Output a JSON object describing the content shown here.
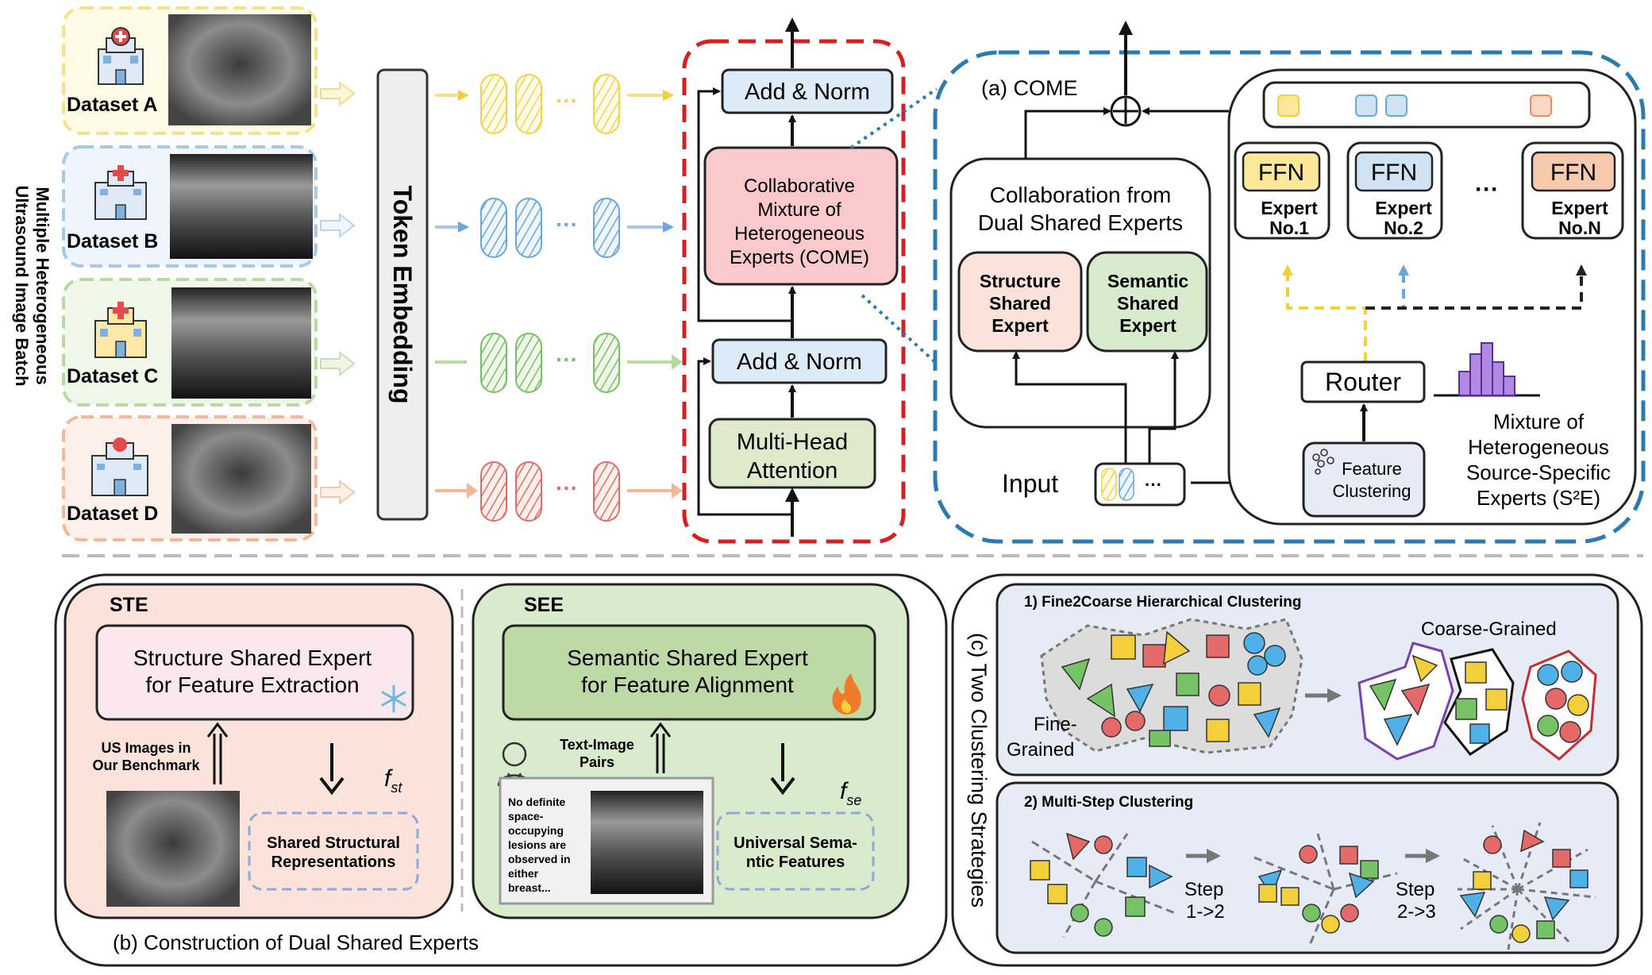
{
  "side_label": {
    "line1": "Multiple Heterogeneous",
    "line2": "Ultrasound Image Batch"
  },
  "datasets": [
    {
      "label": "Dataset A",
      "color": "#f6e08a",
      "fill": "#fffbe6",
      "stripe": "#f2d24b"
    },
    {
      "label": "Dataset B",
      "color": "#a8c8e8",
      "fill": "#eef5fc",
      "stripe": "#6aa7dc"
    },
    {
      "label": "Dataset C",
      "color": "#b8d9a2",
      "fill": "#f1f8ea",
      "stripe": "#76c266"
    },
    {
      "label": "Dataset D",
      "color": "#f3b89a",
      "fill": "#fdf0ea",
      "stripe": "#e46a6a"
    }
  ],
  "token_embedding": "Token Embedding",
  "encoder": {
    "add_norm_top": "Add & Norm",
    "come_lines": [
      "Collaborative",
      "Mixture of",
      "Heterogeneous",
      "Experts (COME)"
    ],
    "add_norm_bottom": "Add & Norm",
    "mha_lines": [
      "Multi-Head",
      "Attention"
    ]
  },
  "come_panel": {
    "title": "(a) COME",
    "collab_lines": [
      "Collaboration from",
      "Dual Shared Experts"
    ],
    "structure_expert": [
      "Structure",
      "Shared",
      "Expert"
    ],
    "semantic_expert": [
      "Semantic",
      "Shared",
      "Expert"
    ],
    "input_label": "Input",
    "ellipsis": "···",
    "experts": [
      {
        "ffn": "FFN",
        "name": "Expert",
        "no": "No.1",
        "color": "#fde89a"
      },
      {
        "ffn": "FFN",
        "name": "Expert",
        "no": "No.2",
        "color": "#cfe3f5"
      },
      {
        "ffn": "FFN",
        "name": "Expert",
        "no": "No.N",
        "color": "#f7c9ad"
      }
    ],
    "router": "Router",
    "feature_clustering": [
      "Feature",
      "Clustering"
    ],
    "mixture_lines": [
      "Mixture of",
      "Heterogeneous",
      "Source-Specific",
      "Experts (S²E)"
    ]
  },
  "dual_experts": {
    "caption": "(b) Construction of Dual Shared Experts",
    "ste": {
      "tag": "STE",
      "title_lines": [
        "Structure Shared Expert",
        "for Feature Extraction"
      ],
      "input_lines": [
        "US Images in",
        "Our Benchmark"
      ],
      "output_lines": [
        "Shared Structural",
        "Representations"
      ],
      "symbol": "f",
      "subscript": "st"
    },
    "see": {
      "tag": "SEE",
      "title_lines": [
        "Semantic Shared Expert",
        "for Feature Alignment"
      ],
      "input_lines": [
        "Text-Image",
        "Pairs"
      ],
      "report_lines": [
        "No definite",
        "space-",
        "occupying",
        "lesions are",
        "observed in",
        "either",
        "breast..."
      ],
      "output_lines": [
        "Universal Sema-",
        "ntic Features"
      ],
      "symbol": "f",
      "subscript": "se"
    }
  },
  "clustering": {
    "side_title": "(c) Two Clustering Strategies",
    "fine2coarse": {
      "title": "1) Fine2Coarse Hierarchical Clustering",
      "fine_lines": [
        "Fine-",
        "Grained"
      ],
      "coarse": "Coarse-Grained"
    },
    "multistep": {
      "title": "2) Multi-Step Clustering",
      "step1": [
        "Step",
        "1->2"
      ],
      "step2": [
        "Step",
        "2->3"
      ]
    }
  },
  "colors": {
    "red_dash": "#d42020",
    "blue_dash": "#2a7bb0",
    "norm_fill": "#ddeaf7",
    "come_fill": "#f9c9cc",
    "mha_fill": "#dfe9cc",
    "ste_fill": "#fbe3dc",
    "see_fill": "#d8ebcc",
    "cluster_bg": "#e6ebf6",
    "expert_yellow": "#f2cf3b",
    "expert_blue": "#6aa7dc",
    "expert_black": "#222222"
  }
}
